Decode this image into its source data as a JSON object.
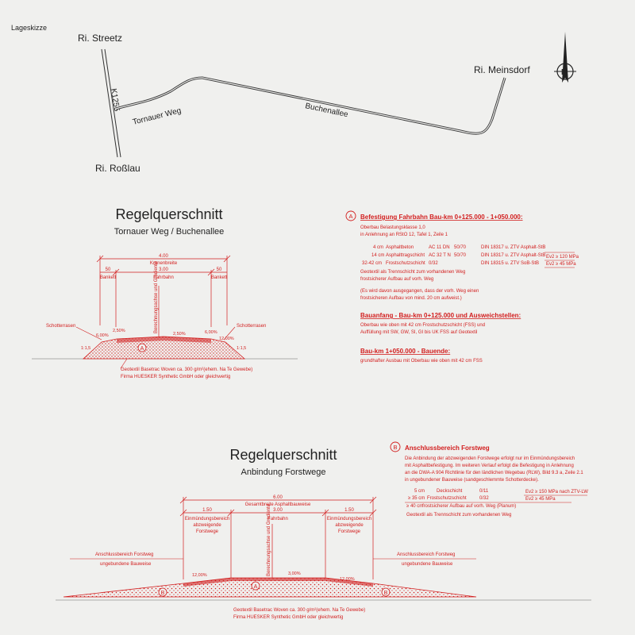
{
  "site_plan": {
    "title": "Lageskizze",
    "to_streetz": "Ri. Streetz",
    "to_rosslau": "Ri. Roßlau",
    "to_meinsdorf": "Ri. Meinsdorf",
    "road_k1255": "K1255",
    "road_tornauer": "Tornauer Weg",
    "road_buchenallee": "Buchenallee",
    "north": "N"
  },
  "section_a": {
    "title": "Regelquerschnitt",
    "subtitle": "Tornauer Weg / Buchenallee",
    "dims": {
      "total": "4.00",
      "total_label": "Kronenbreite",
      "left": "50",
      "center": "3.00",
      "right": "50",
      "bankett_left": "Bankett",
      "fahrbahn": "Fahrbahn",
      "bankett_right": "Bankett"
    },
    "axis_label": "Berechnungsachse und Gradiente",
    "schotter_left": "Schotterrasen",
    "schotter_right": "Schotterrasen",
    "slope_l1": "6,00%",
    "slope_l2": "2,50%",
    "slope_c": "2,50%",
    "slope_r1": "6,00%",
    "slope_r2": "12,00%",
    "ratio_left": "1:1,5",
    "ratio_right": "1:1,5",
    "marker": "A",
    "geotextile_1": "Geotextil Basetrac Woven ca. 300 g/m²(ehem. Na Te Gewebe)",
    "geotextile_2": "Firma HUESKER Synthetic GmbH oder gleichwertig"
  },
  "spec_a": {
    "marker": "A",
    "heading": "Befestigung Fahrbahn Bau-km 0+125.000 - 1+050.000:",
    "line1": "Oberbau Belastungsklasse 1,0",
    "line2": "in Anlehnung an RStO 12, Tafel 1, Zeile 1",
    "rows": [
      {
        "thick": "4 cm",
        "name": "Asphaltbeton",
        "type": "AC 11 DN",
        "grade": "50/70",
        "norm": "DIN 18317 u. ZTV Asphalt-StB"
      },
      {
        "thick": "14 cm",
        "name": "Asphalttragschicht",
        "type": "AC 32 T N",
        "grade": "50/70",
        "norm": "DIN 18317 u. ZTV Asphalt-StB"
      },
      {
        "thick": "32-42 cm",
        "name": "Frostschutzschicht",
        "type": "0/32",
        "grade": "",
        "norm": "DIN 18315 u. ZTV SoB-StB"
      }
    ],
    "ev_top": "Ev2 ≥ 120 MPa",
    "ev_bottom": "Ev2 ≥ 45 MPa",
    "note1": "Geotextil als Trennschicht zum vorhandenen Weg",
    "note2": "frostsicherer Aufbau auf vorh. Weg",
    "note3": "(Es wird davon ausgegangen, dass der vorh. Weg einen",
    "note4": "frostsicheren Aufbau von mind. 20 cm aufweist.)",
    "heading2": "Bauanfang - Bau-km 0+125.000 und Ausweichstellen:",
    "h2_line1": "Oberbau wie oben mit 42 cm  Frostschutzschicht (FSS) und",
    "h2_line2": "Auffüllung mit SW, GW, SI, GI bis UK FSS auf Geotextil",
    "heading3": "Bau-km 1+050.000 - Bauende:",
    "h3_line1": "grundhafter Ausbau mit Oberbau wie oben mit 42 cm  FSS"
  },
  "section_b": {
    "title": "Regelquerschnitt",
    "subtitle": "Anbindung Forstwege",
    "dims": {
      "total": "6.00",
      "total_label": "Gesamtbreite Asphaltbauweise",
      "left": "1.50",
      "center": "3.00",
      "right": "1.50",
      "left_label_1": "Einmündungsbereich",
      "left_label_2": "abzweigende",
      "left_label_3": "Forstwege",
      "fahrbahn": "Fahrbahn",
      "right_label_1": "Einmündungsbereich",
      "right_label_2": "abzweigende",
      "right_label_3": "Forstwege"
    },
    "axis_label": "Berechnungsachse und Gradiente",
    "anschluss_left_1": "Anschlussbereich Forstweg",
    "anschluss_left_2": "ungebundene Bauweise",
    "anschluss_right_1": "Anschlussbereich Forstweg",
    "anschluss_right_2": "ungebundene Bauweise",
    "slope_left": "12,00%",
    "slope_center": "3,00%",
    "slope_right": "12,00%",
    "marker_a": "A",
    "marker_b": "B",
    "geotextile_1": "Geotextil Basetrac Woven ca. 300 g/m²(ehem. Na Te Gewebe)",
    "geotextile_2": "Firma HUESKER Synthetic GmbH oder gleichwertig"
  },
  "spec_b": {
    "marker": "B",
    "heading": "Anschlussbereich Forstweg",
    "p1": "Die Anbindung der abzweigenden Forstwege erfolgt nur im Einmündungsbereich",
    "p2": "mit Asphaltbefestigung. Im weiteren Verlauf erfolgt die Befestigung in Anlehnung",
    "p3": "an die DWA-A 904 Richtlinie für den ländlichen Wegebau (RLW), Bild 9.3 a, Zeile 2.1",
    "p4": "in ungebundener Bauweise (sandgeschlemmte Schotterdecke).",
    "rows": [
      {
        "thick": "5 cm",
        "name": "Deckschicht",
        "type": "0/11"
      },
      {
        "thick": "≥ 35 cm",
        "name": "Frostschutzschicht",
        "type": "0/32"
      },
      {
        "thick": "≥ 40 cm",
        "name": "frostsicherer Aufbau auf vorh. Weg (Planum)",
        "type": ""
      }
    ],
    "ev_top": "Ev2 ≥ 150 MPa nach ZTV-LW",
    "ev_bottom": "Ev2 ≥ 45 MPa",
    "note": "Geotextil als Trennschicht zum vorhandenen Weg"
  }
}
